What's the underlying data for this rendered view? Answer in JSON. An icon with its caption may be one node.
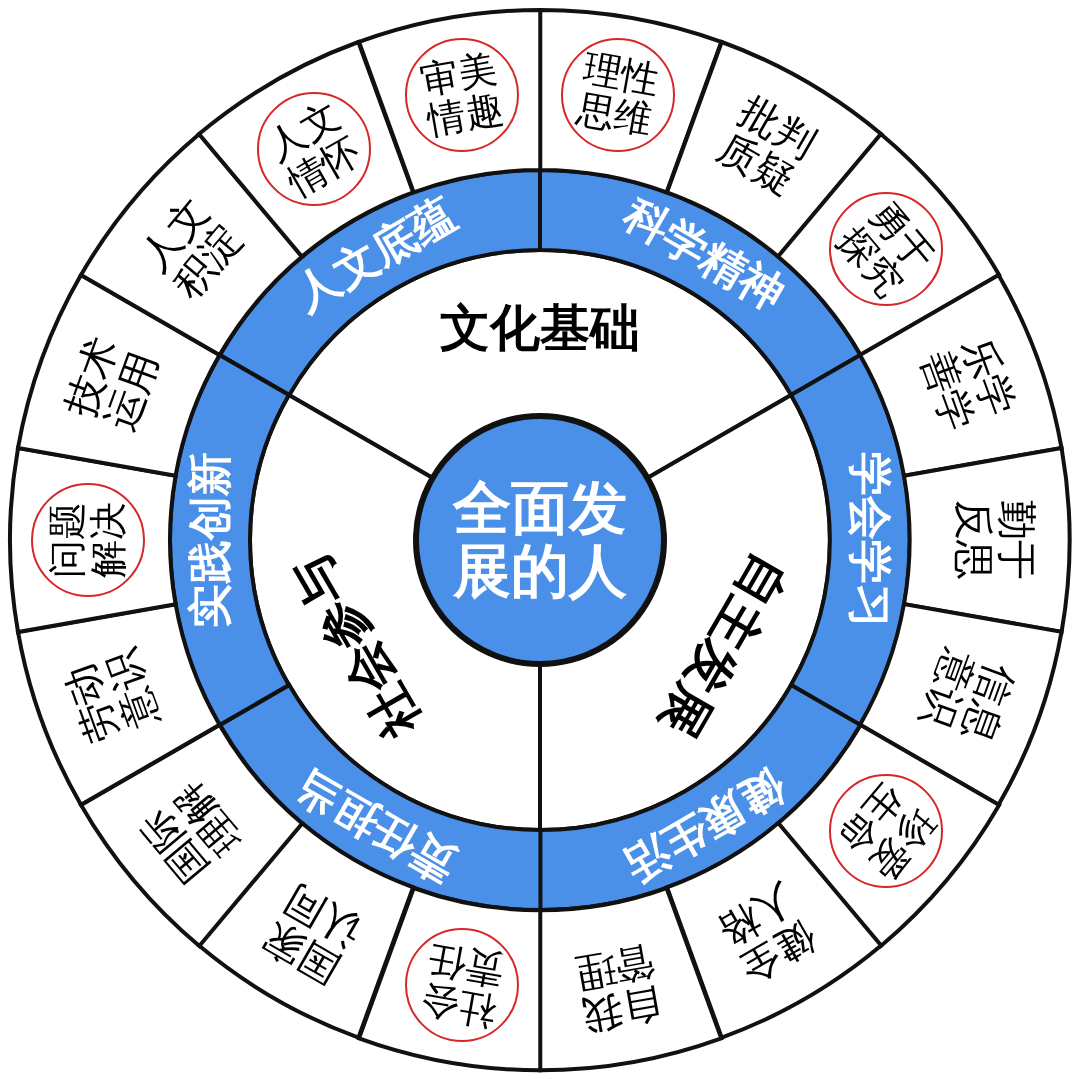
{
  "diagram": {
    "nodes": [
      {
        "text": [
          "全面发展的人"
        ]
      },
      {
        "text": [
          "文化基础"
        ]
      },
      {
        "text": [
          "自主发展"
        ]
      },
      {
        "text": [
          "社会参与"
        ]
      },
      {
        "text": [
          "人文底蕴"
        ]
      },
      {
        "text": [
          "科学精神"
        ]
      },
      {
        "text": [
          "学会学习"
        ]
      },
      {
        "text": [
          "健康生活"
        ]
      },
      {
        "text": [
          "责任担当"
        ]
      },
      {
        "text": [
          "实践创新"
        ]
      },
      {
        "text": [],
        "shape": "sector"
      },
      {
        "text": [
          "批判质疑"
        ]
      },
      {
        "text": [],
        "shape": "sector"
      },
      {
        "text": [
          "乐学善学"
        ]
      },
      {
        "text": [
          "勤于反思"
        ]
      },
      {
        "text": [
          "信息意识"
        ]
      },
      {
        "text": [],
        "shape": "sector"
      },
      {
        "text": [
          "健全人格"
        ]
      },
      {
        "text": [
          "自我管理"
        ]
      },
      {
        "text": [],
        "shape": "sector"
      },
      {
        "text": [
          "国家认同"
        ]
      },
      {
        "text": [
          "国际理解"
        ]
      },
      {
        "text": [
          "劳动意识"
        ]
      },
      {
        "text": [],
        "shape": "sector"
      },
      {
        "text": [
          "技术运用"
        ]
      },
      {
        "text": [
          "人文积淀"
        ]
      },
      {
        "text": [],
        "shape": "sector"
      },
      {
        "text": [],
        "shape": "sector"
      },
      {
        "text": [
          "理性思维"
        ],
        "in": 10
      },
      {
        "text": [
          "勇于探究"
        ],
        "in": 12
      },
      {
        "text": [
          "珍爱生命"
        ],
        "in": 16
      },
      {
        "text": [
          "社会责任"
        ],
        "in": 19
      },
      {
        "text": [
          "问题解决"
        ],
        "in": 23
      },
      {
        "text": [
          "人文情怀"
        ],
        "in": 26
      },
      {
        "text": [
          "审美情趣"
        ],
        "in": 27
      }
    ]
  }
}
